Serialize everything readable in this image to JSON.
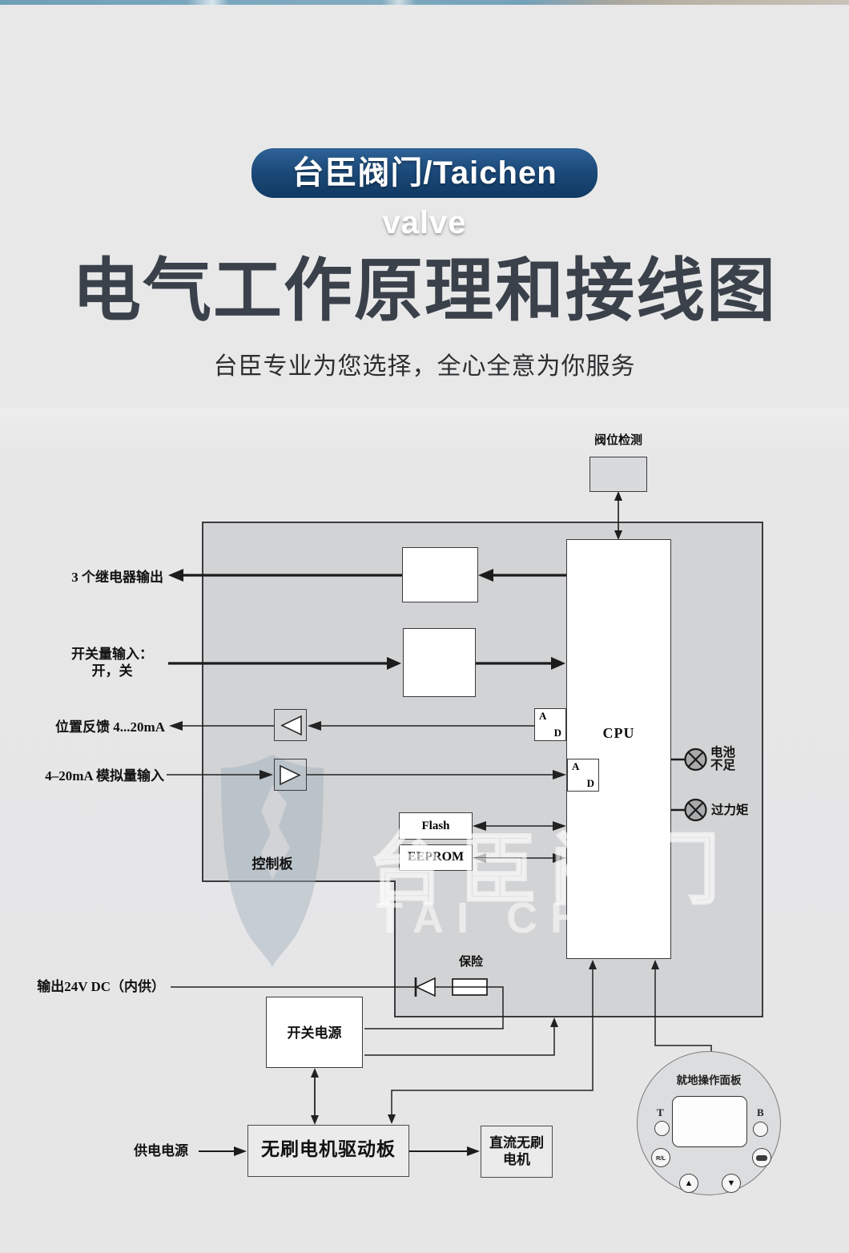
{
  "header": {
    "badge": "台臣阀门/Taichen valve",
    "title": "电气工作原理和接线图",
    "subtitle": "台臣专业为您选择，全心全意为你服务"
  },
  "diagram": {
    "valve_detect": "阀位检测",
    "cpu": "CPU",
    "relay_out": "3 个继电器输出",
    "switch_in_line1": "开关量输入：",
    "switch_in_line2": "开，关",
    "feedback": "位置反馈 4...20mA",
    "analog_in": "4–20mA 模拟量输入",
    "flash": "Flash",
    "eeprom": "EEPROM",
    "control_board": "控制板",
    "battery_line1": "电池",
    "battery_line2": "不足",
    "torque": "过力矩",
    "out_24v": "输出24V DC（内供）",
    "fuse": "保险",
    "switch_psu": "开关电源",
    "supply": "供电电源",
    "motor_driver": "无刷电机驱动板",
    "motor_line1": "直流无刷",
    "motor_line2": "电机",
    "ad_a": "A",
    "ad_d": "D",
    "panel": {
      "title": "就地操作面板",
      "btn_t": "T",
      "btn_b": "B",
      "btn_rl": "R/L",
      "btn_up": "▲",
      "btn_down": "▼"
    },
    "watermark_cn": "台臣阀门",
    "watermark_en": "TAI CHEN"
  },
  "colors": {
    "badge-top": "#2f6398",
    "badge-bottom": "#113a63",
    "title-ink": "#3a414a",
    "board-gray": "#d2d3d4",
    "line-ink": "#1c1c1c",
    "page-bg": "#e8e8e9"
  }
}
